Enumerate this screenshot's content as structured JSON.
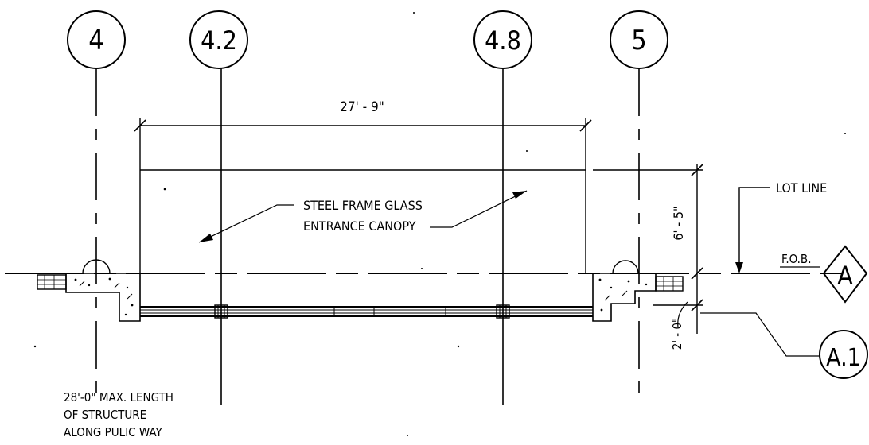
{
  "grid_bubbles": [
    "4",
    "4.2",
    "4.8",
    "5"
  ],
  "dimensions": {
    "canopy_width": "27' - 9\"",
    "canopy_depth": "6' - 5\"",
    "setback": "2' - 0\""
  },
  "labels": {
    "canopy_line1": "STEEL FRAME GLASS",
    "canopy_line2": "ENTRANCE CANOPY",
    "lot_line": "LOT LINE",
    "fob": "F.O.B.",
    "note_line1": "28'-0\" MAX. LENGTH",
    "note_line2": "OF STRUCTURE",
    "note_line3": "ALONG PULIC WAY"
  },
  "section_markers": {
    "diamond": "A",
    "circle": "A.1"
  },
  "colors": {
    "ink": "#000000",
    "paper": "#ffffff"
  }
}
